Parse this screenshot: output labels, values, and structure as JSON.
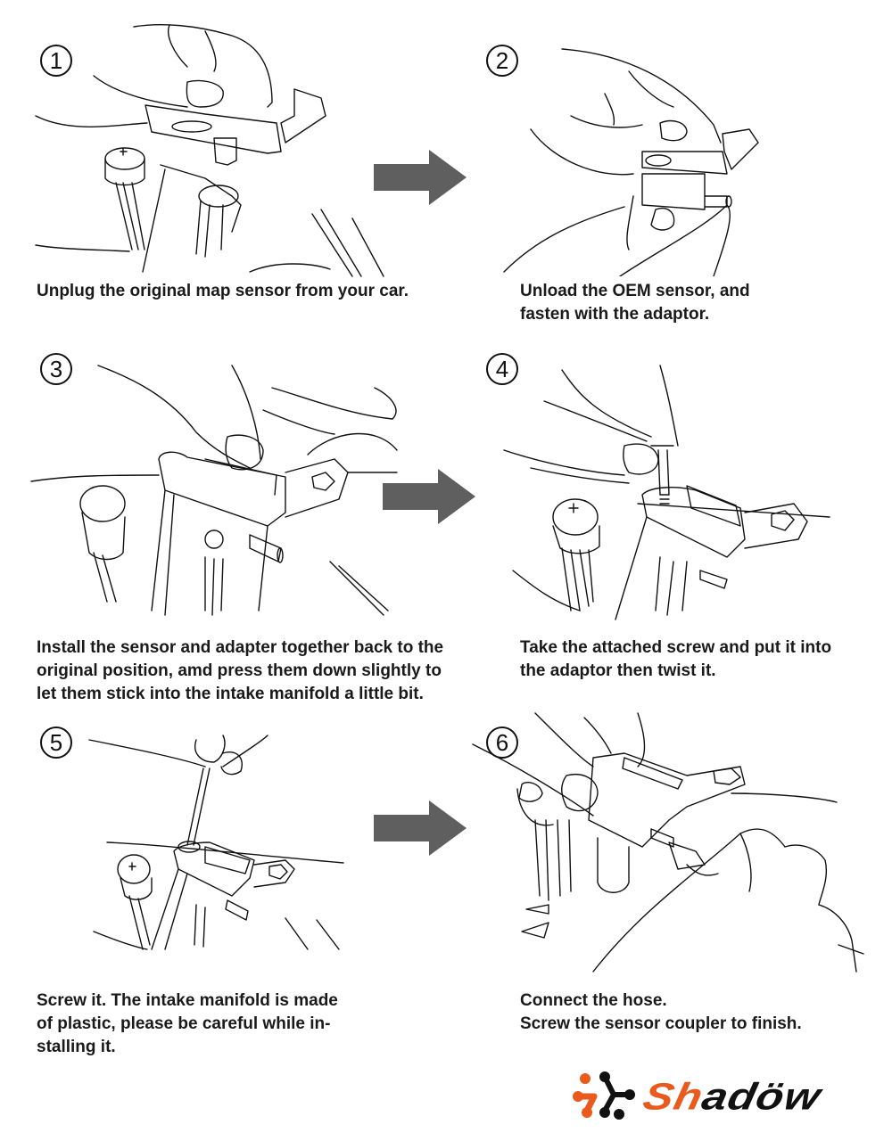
{
  "colors": {
    "arrow": "#5f5f5f",
    "brand_orange": "#ea5a1c",
    "brand_black": "#111111",
    "line_art": "#111111"
  },
  "steps": [
    {
      "number": "1",
      "caption": "Unplug the original map sensor from your car.",
      "illustration": "hand-unplugging-map-sensor"
    },
    {
      "number": "2",
      "caption": "Unload the OEM sensor, and\nfasten with the adaptor.",
      "illustration": "hands-fastening-sensor-to-adaptor"
    },
    {
      "number": "3",
      "caption": "Install the sensor and adapter together back to the\noriginal position, amd press them down slightly to\nlet them stick into the intake manifold a little bit.",
      "illustration": "hand-pressing-sensor-into-manifold"
    },
    {
      "number": "4",
      "caption": "Take the attached screw and put it into\nthe adaptor then twist it.",
      "illustration": "hand-inserting-screw"
    },
    {
      "number": "5",
      "caption": "Screw it. The intake manifold is made\nof plastic, please be careful while in-\nstalling it.",
      "illustration": "screwdriver-tightening-screw"
    },
    {
      "number": "6",
      "caption": "Connect the hose.\nScrew the sensor coupler to finish.",
      "illustration": "hands-connecting-hose-and-coupler"
    }
  ],
  "arrows": [
    {
      "from": "1",
      "to": "2",
      "icon": "right-arrow-icon"
    },
    {
      "from": "3",
      "to": "4",
      "icon": "right-arrow-icon"
    },
    {
      "from": "5",
      "to": "6",
      "icon": "right-arrow-icon"
    }
  ],
  "logo": {
    "accent_text": "Sh",
    "rest_text": "adöw",
    "icon": "molecule-logo-icon"
  }
}
